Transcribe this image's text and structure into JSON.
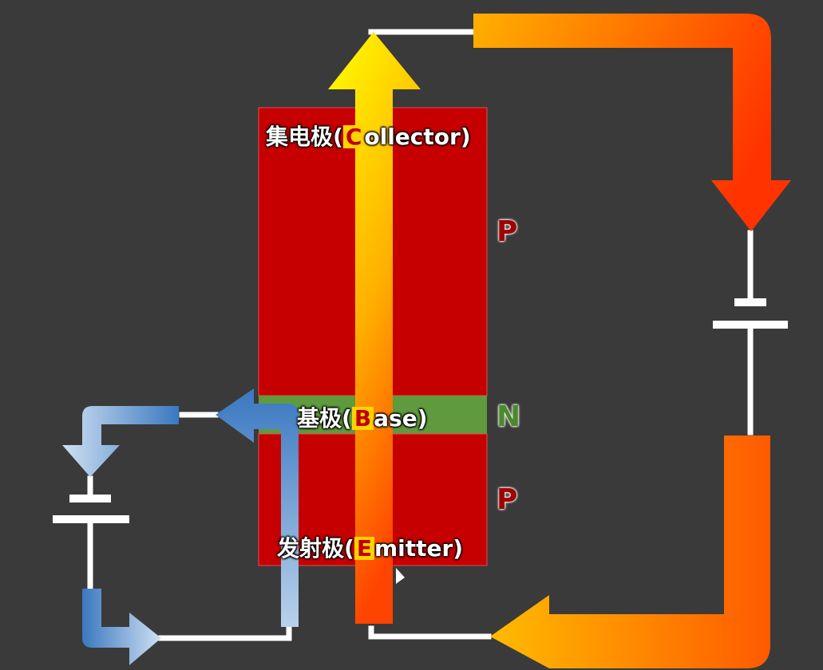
{
  "labels": {
    "collector": {
      "pre": "集电极(",
      "letter": "C",
      "post": "ollector)"
    },
    "base": {
      "pre": "基极(",
      "letter": "B",
      "post": "ase)"
    },
    "emitter": {
      "pre": "发射极(",
      "letter": "E",
      "post": "mitter)"
    }
  },
  "layers": {
    "top": "P",
    "middle": "N",
    "bottom": "P"
  },
  "colors": {
    "background": "#3a3a3a",
    "p_region": "#c60000",
    "n_region": "#5f9a3e",
    "p_letter": "#a00000",
    "n_letter": "#4a8a2a",
    "highlight": "#ffd200",
    "wire": "#ffffff",
    "current_warm_start": "#ffff00",
    "current_warm_end": "#ff3300",
    "current_cool_start": "#3a78c0",
    "current_cool_end": "#cfe0f2"
  }
}
